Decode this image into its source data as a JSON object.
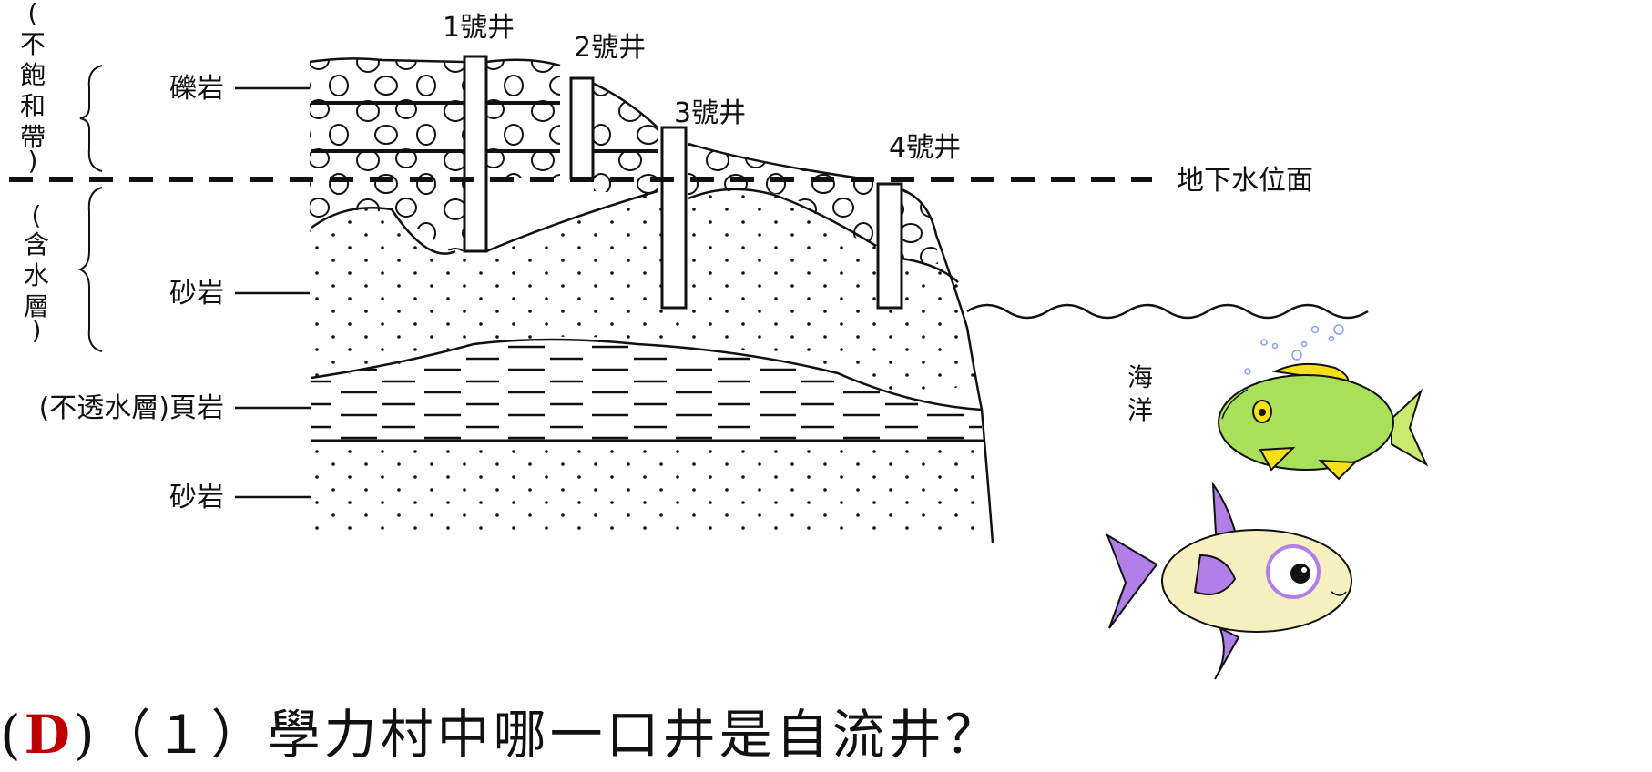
{
  "zones": {
    "unsaturated": [
      "(",
      "不",
      "飽",
      "和",
      "帶",
      ")"
    ],
    "aquifer": [
      "(",
      "含",
      "水",
      "層",
      ")"
    ]
  },
  "rock_labels": {
    "conglomerate": "礫岩",
    "sandstone_upper": "砂岩",
    "shale": "(不透水層)頁岩",
    "sandstone_lower": "砂岩"
  },
  "wells": {
    "w1": "1號井",
    "w2": "2號井",
    "w3": "3號井",
    "w4": "4號井"
  },
  "water_table": "地下水位面",
  "ocean": [
    "海",
    "洋"
  ],
  "question": {
    "answer": "D",
    "text": ")（１）學力村中哪一口井是自流井？"
  },
  "colors": {
    "answer": "#c00000",
    "fish1_body": "#a8e05a",
    "fish1_fin": "#f5e01a",
    "fish2_body": "#f6f0c0",
    "fish2_fin": "#b27fe8"
  }
}
